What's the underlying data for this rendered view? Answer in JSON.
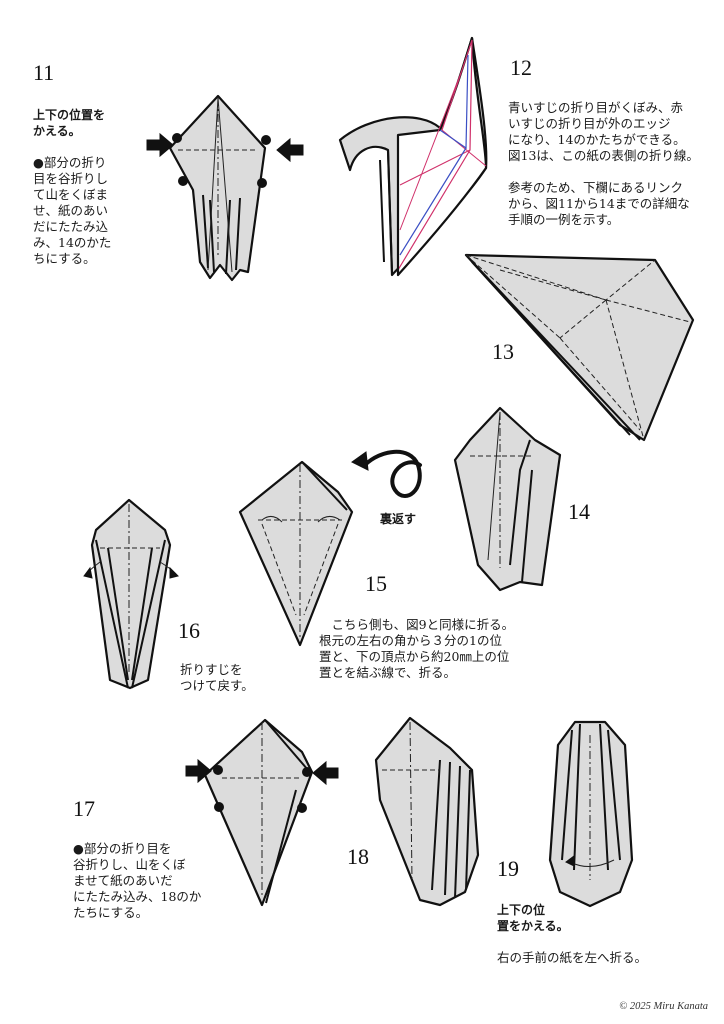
{
  "steps": {
    "s11": {
      "number": "11",
      "heading": "上下の位置を\nかえる。",
      "body": "●部分の折り\n目を谷折りし\nて山をくぼま\nせ、紙のあい\nだにたたみ込\nみ、14のかた\nちにする。"
    },
    "s12": {
      "number": "12",
      "body": "青いすじの折り目がくぼみ、赤\nいすじの折り目が外のエッジ\nになり、14のかたちができる。\n図13は、この紙の表側の折り線。\n\n参考のため、下欄にあるリンク\nから、図11から14までの詳細な\n手順の一例を示す。"
    },
    "s13": {
      "number": "13"
    },
    "s14": {
      "number": "14"
    },
    "s15": {
      "number": "15",
      "body": "　こちら側も、図9と同様に折る。\n根元の左右の角から３分の1の位\n置と、下の頂点から約20㎜上の位\n置とを結ぶ線で、折る。"
    },
    "s16": {
      "number": "16",
      "body": "折りすじを\nつけて戻す。"
    },
    "s17": {
      "number": "17",
      "body": "●部分の折り目を\n谷折りし、山をくぼ\nませて紙のあいだ\nにたたみ込み、18のか\nたちにする。"
    },
    "s18": {
      "number": "18"
    },
    "s19": {
      "number": "19",
      "heading": "上下の位\n置をかえる。",
      "body": "右の手前の紙を左へ折る。"
    }
  },
  "turn_over": "裏返す",
  "copyright": "© 2025 Miru Kanata",
  "colors": {
    "paper": "#dcdcdc",
    "valley_line": "#3b4fc4",
    "mountain_line": "#d0306a"
  }
}
